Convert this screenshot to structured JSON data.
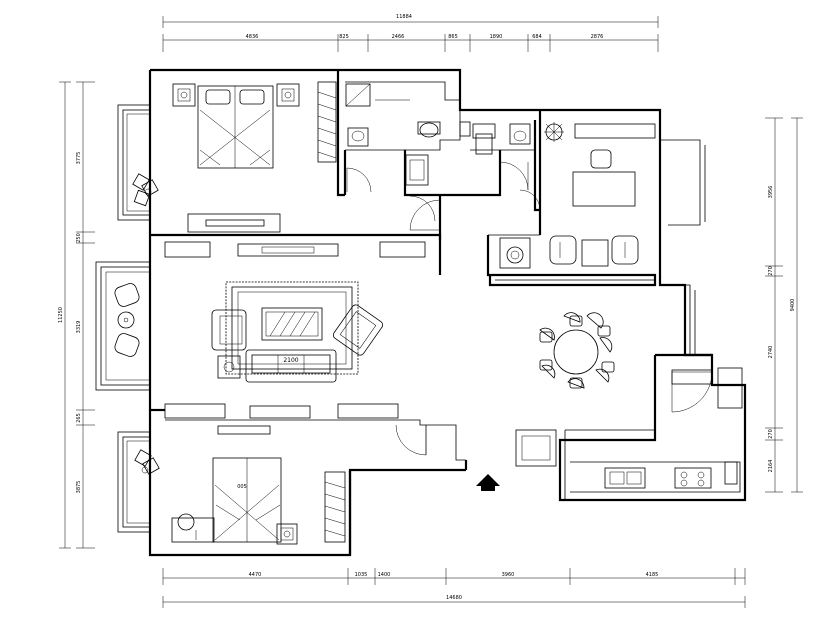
{
  "drawing": {
    "dimensions_top": {
      "overall": "11884",
      "segments": [
        "4836",
        "825",
        "2466",
        "865",
        "1890",
        "684",
        "2876"
      ]
    },
    "dimensions_bottom": {
      "overall": "14680",
      "segments": [
        "4470",
        "1035",
        "1400",
        "3960",
        "4185"
      ]
    },
    "dimensions_left": {
      "overall": "11250",
      "segments": [
        "3775",
        "250",
        "3319",
        "265",
        "3875"
      ]
    },
    "dimensions_right": {
      "overall": "9400",
      "segments": [
        "3956",
        "270",
        "2740",
        "270",
        "2164"
      ]
    },
    "furniture_labels": {
      "sofa": "2100",
      "bed_label": "005"
    }
  }
}
